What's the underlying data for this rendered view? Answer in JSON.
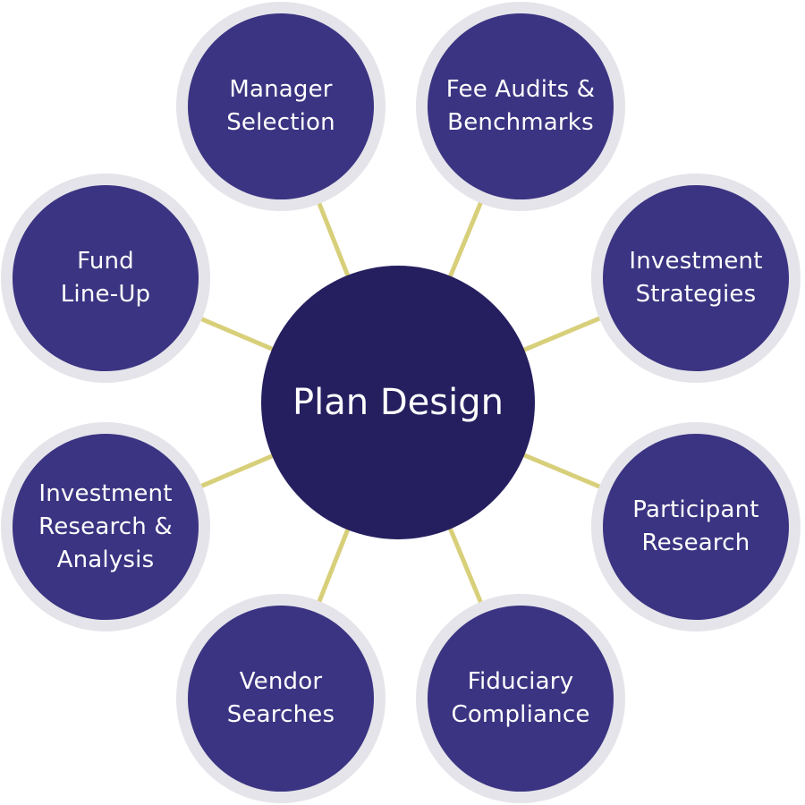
{
  "diagram": {
    "center": {
      "label": "Plan Design"
    },
    "nodes": [
      {
        "id": "manager-selection",
        "label": "Manager\nSelection"
      },
      {
        "id": "fee-audits-benchmarks",
        "label": "Fee Audits &\nBenchmarks"
      },
      {
        "id": "investment-strategies",
        "label": "Investment\nStrategies"
      },
      {
        "id": "participant-research",
        "label": "Participant\nResearch"
      },
      {
        "id": "fiduciary-compliance",
        "label": "Fiduciary\nCompliance"
      },
      {
        "id": "vendor-searches",
        "label": "Vendor\nSearches"
      },
      {
        "id": "investment-research-analysis",
        "label": "Investment\nResearch &\nAnalysis"
      },
      {
        "id": "fund-line-up",
        "label": "Fund\nLine-Up"
      }
    ],
    "colors": {
      "center_fill": "#251f5f",
      "node_fill": "#3b3482",
      "node_ring": "#e4e4ea",
      "connector": "#d8cf7a",
      "text": "#ffffff"
    }
  }
}
